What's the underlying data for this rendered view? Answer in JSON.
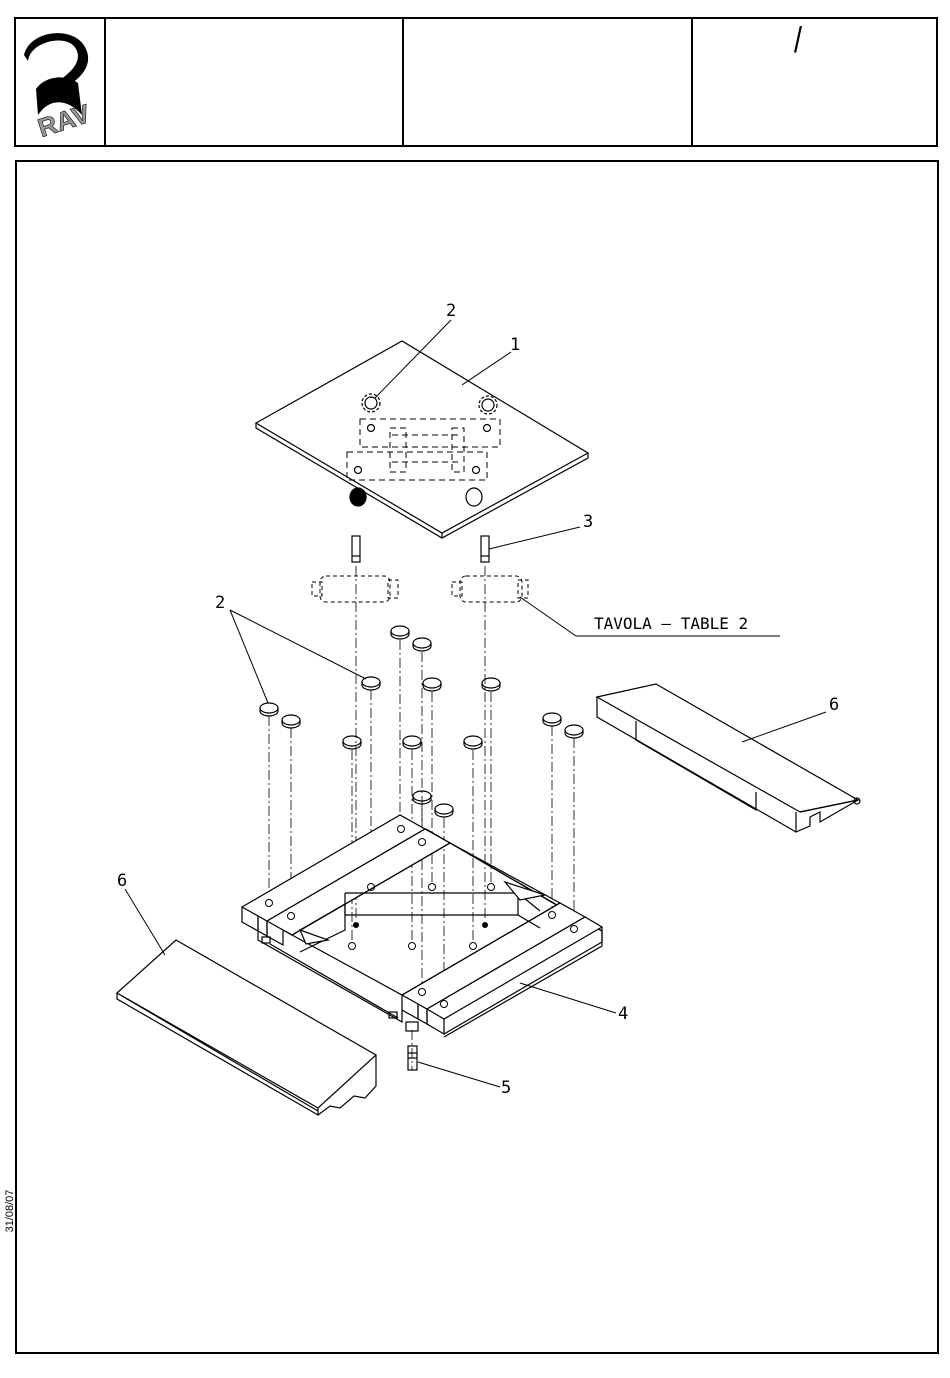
{
  "header": {
    "logo_text": "RAV",
    "cell4_mark": "/"
  },
  "callouts": {
    "c1": "1",
    "c2_top": "2",
    "c2_left": "2",
    "c3": "3",
    "c4": "4",
    "c5": "5",
    "c6_right": "6",
    "c6_left": "6"
  },
  "reference_label": "TAVOLA – TABLE 2",
  "date_stamp": "31/08/07",
  "colors": {
    "line": "#000000",
    "background": "#ffffff",
    "logo_grey": "#9a9a9a"
  }
}
